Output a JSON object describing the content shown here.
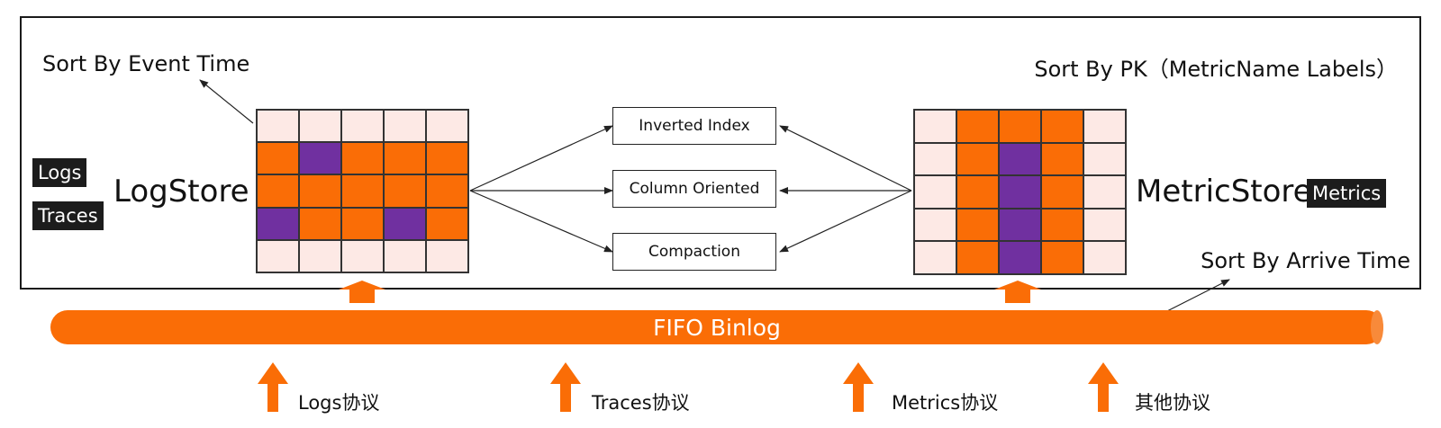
{
  "diagram": {
    "sort_event_time": "Sort By Event Time",
    "sort_pk": "Sort By PK（MetricName Labels）",
    "sort_arrive_time": "Sort By Arrive Time",
    "logstore": {
      "title": "LogStore",
      "badges": [
        "Logs",
        "Traces"
      ],
      "grid": [
        [
          "light",
          "light",
          "light",
          "light",
          "light"
        ],
        [
          "orange",
          "purple",
          "orange",
          "orange",
          "orange"
        ],
        [
          "orange",
          "orange",
          "orange",
          "orange",
          "orange"
        ],
        [
          "purple",
          "orange",
          "orange",
          "purple",
          "orange"
        ],
        [
          "light",
          "light",
          "light",
          "light",
          "light"
        ]
      ]
    },
    "metricstore": {
      "title": "MetricStore",
      "badge": "Metrics",
      "grid": [
        [
          "light",
          "orange",
          "orange",
          "orange",
          "light"
        ],
        [
          "light",
          "orange",
          "purple",
          "orange",
          "light"
        ],
        [
          "light",
          "orange",
          "purple",
          "orange",
          "light"
        ],
        [
          "light",
          "orange",
          "purple",
          "orange",
          "light"
        ],
        [
          "light",
          "orange",
          "purple",
          "orange",
          "light"
        ]
      ]
    },
    "features": [
      "Inverted Index",
      "Column Oriented",
      "Compaction"
    ],
    "binlog": "FIFO Binlog",
    "protocols": [
      "Logs协议",
      "Traces协议",
      "Metrics协议",
      "其他协议"
    ],
    "colors": {
      "orange": "#fa6d06",
      "purple": "#7030a0",
      "light": "#fde9e5",
      "badge": "#1c1c1c",
      "frame": "#1a1a1a"
    }
  }
}
